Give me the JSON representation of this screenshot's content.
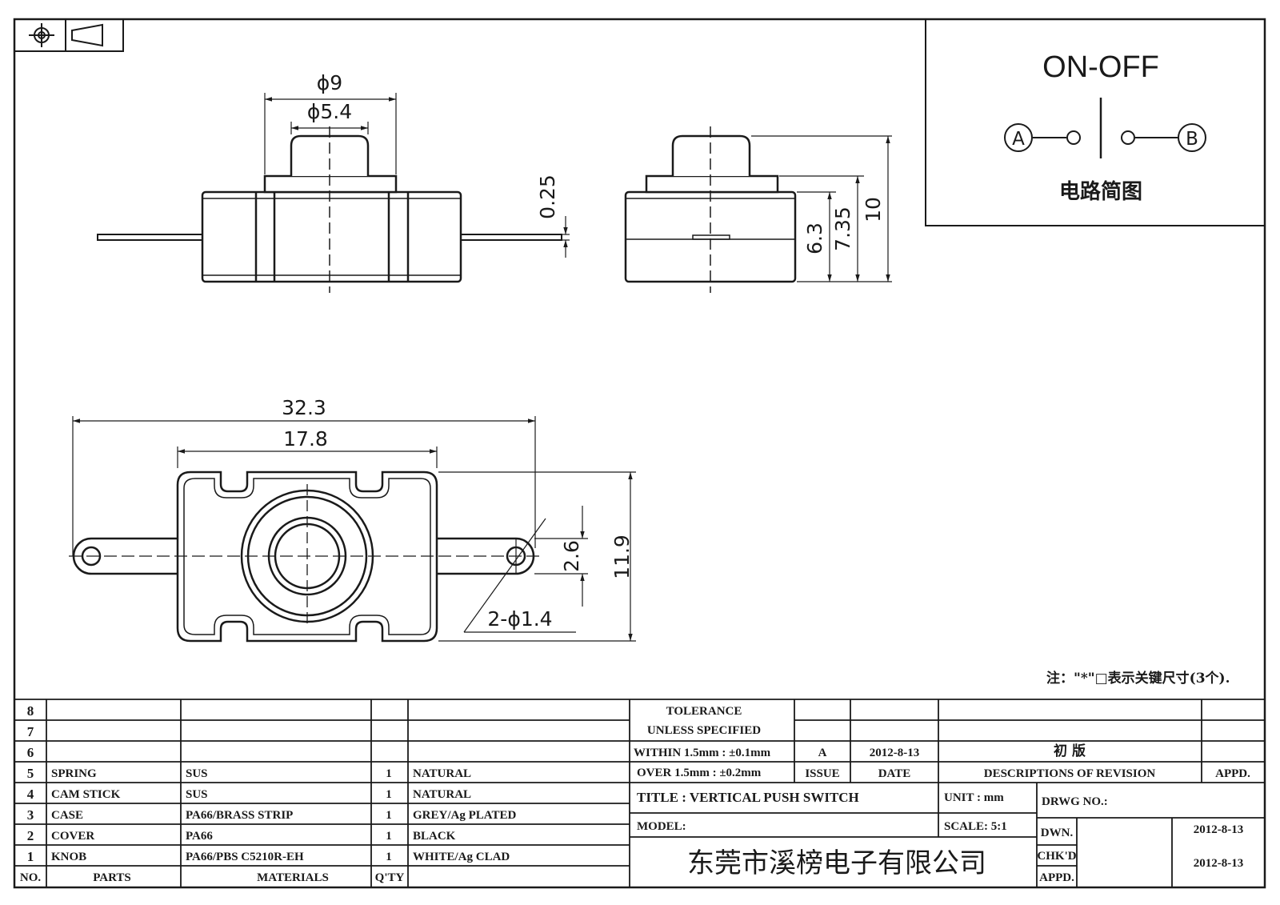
{
  "drawing": {
    "dimensions": {
      "knob_outer": "ϕ9",
      "knob_inner": "ϕ5.4",
      "terminal_thickness": "0.25",
      "body_height": "6.3",
      "cover_height": "7.35",
      "total_height": "10",
      "overall_length": "32.3",
      "body_length": "17.8",
      "body_width": "11.9",
      "hole_pitch": "2.6",
      "holes": "2-ϕ1.4"
    },
    "schematic": {
      "title": "ON-OFF",
      "terminal_a": "A",
      "terminal_b": "B",
      "caption": "电路简图"
    },
    "note": "注：\"*\"□表示关键尺寸(3个)."
  },
  "bom": {
    "header": {
      "no": "NO.",
      "parts": "PARTS",
      "materials": "MATERIALS",
      "qty": "Q'TY"
    },
    "rows": [
      {
        "no": "8",
        "part": "",
        "material": "",
        "qty": "",
        "finish": ""
      },
      {
        "no": "7",
        "part": "",
        "material": "",
        "qty": "",
        "finish": ""
      },
      {
        "no": "6",
        "part": "",
        "material": "",
        "qty": "",
        "finish": ""
      },
      {
        "no": "5",
        "part": "SPRING",
        "material": "SUS",
        "qty": "1",
        "finish": "NATURAL"
      },
      {
        "no": "4",
        "part": "CAM STICK",
        "material": "SUS",
        "qty": "1",
        "finish": "NATURAL"
      },
      {
        "no": "3",
        "part": "CASE",
        "material": "PA66/BRASS STRIP",
        "qty": "1",
        "finish": "GREY/Ag PLATED"
      },
      {
        "no": "2",
        "part": "COVER",
        "material": "PA66",
        "qty": "1",
        "finish": "BLACK"
      },
      {
        "no": "1",
        "part": "KNOB",
        "material": "PA66/PBS C5210R-EH",
        "qty": "1",
        "finish": "WHITE/Ag CLAD"
      }
    ]
  },
  "title_block": {
    "tolerance_title": "TOLERANCE",
    "tolerance_sub": "UNLESS  SPECIFIED",
    "within": "WITHIN 1.5mm : ±0.1mm",
    "over": "OVER 1.5mm : ±0.2mm",
    "issue_value": "A",
    "date_value": "2012-8-13",
    "revision_value": "初  版",
    "issue_label": "ISSUE",
    "date_label": "DATE",
    "desc_label": "DESCRIPTIONS OF REVISION",
    "appd_label": "APPD.",
    "title": "TITLE :  VERTICAL PUSH SWITCH",
    "unit": "UNIT :  mm",
    "drwg_no": "DRWG NO.:",
    "model": "MODEL:",
    "scale": "SCALE:  5:1",
    "dwn_label": "DWN.",
    "dwn_date": "2012-8-13",
    "chkd_label": "CHK'D",
    "chkd_date": "2012-8-13",
    "appd2_label": "APPD.",
    "company": "东莞市溪榜电子有限公司"
  }
}
